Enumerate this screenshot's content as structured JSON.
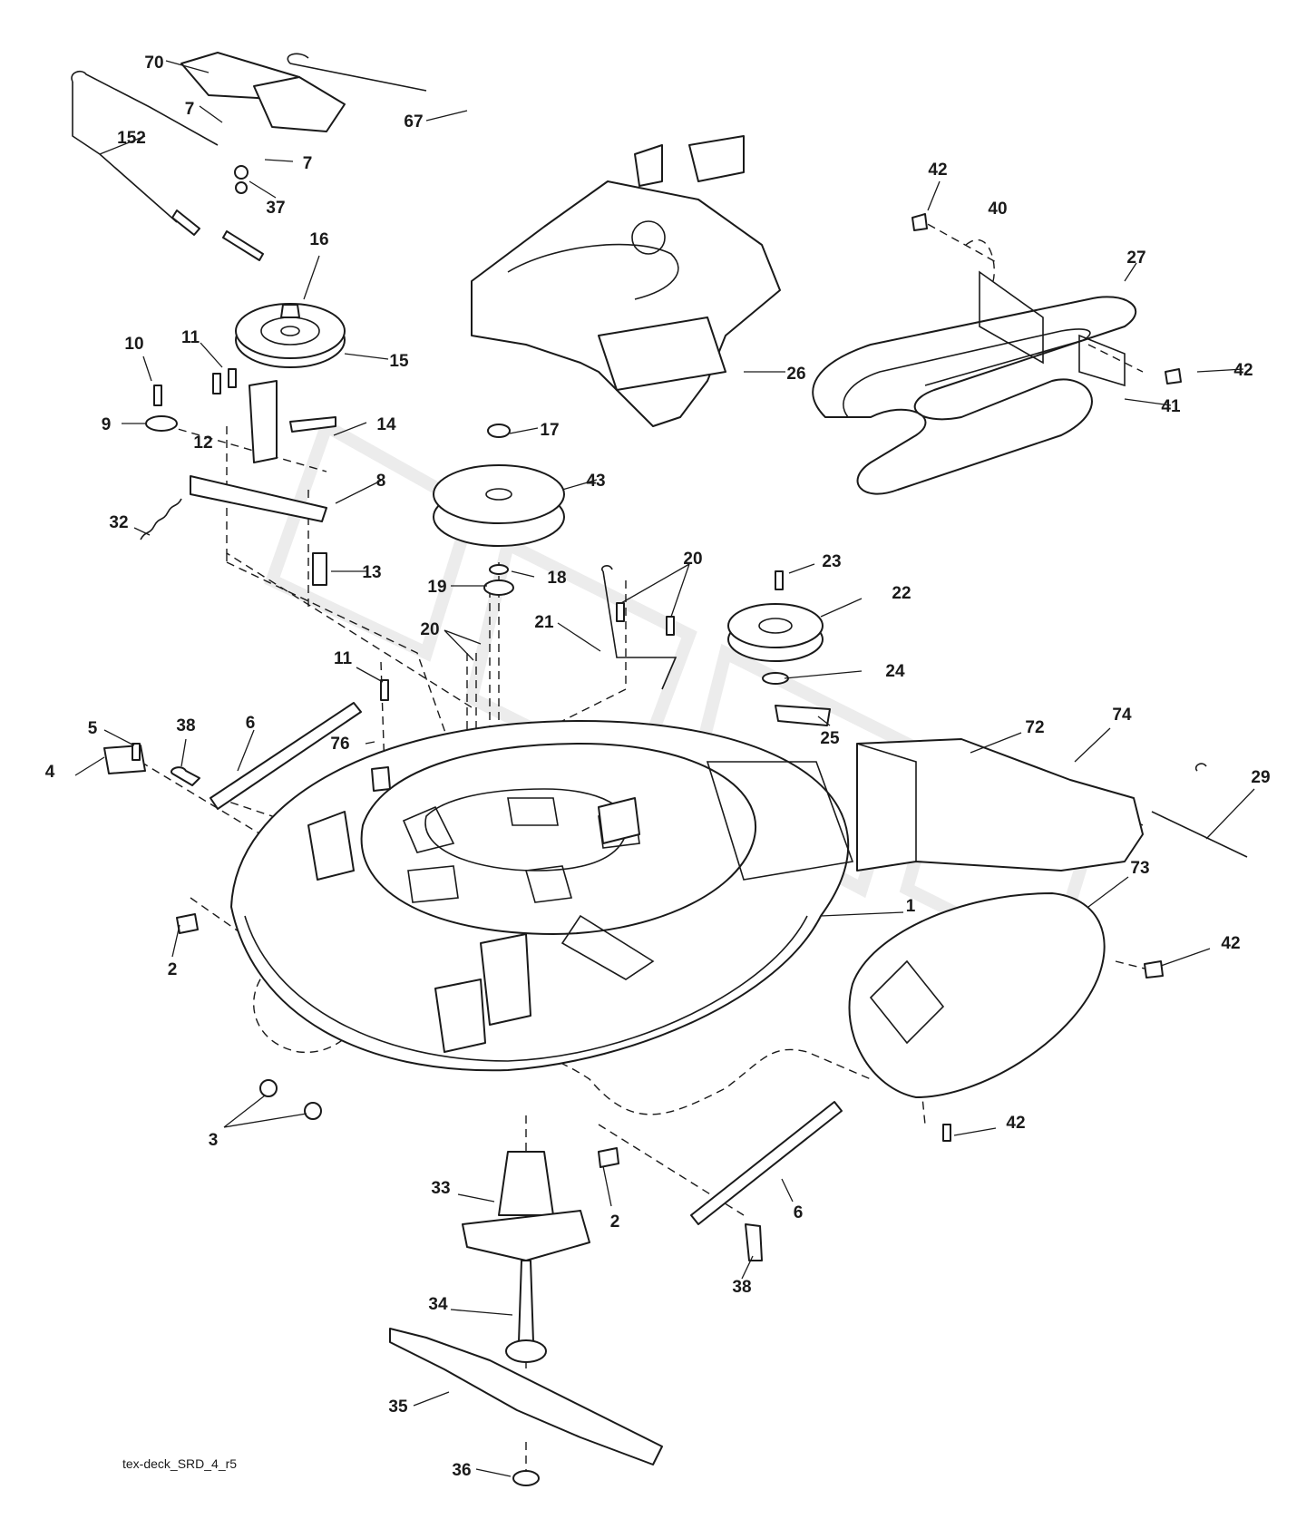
{
  "diagram": {
    "reference_code": "tex-deck_SRD_4_r5",
    "callouts": [
      {
        "id": "c70a",
        "label": "70"
      },
      {
        "id": "c7a",
        "label": "7"
      },
      {
        "id": "c152",
        "label": "152"
      },
      {
        "id": "c7b",
        "label": "7"
      },
      {
        "id": "c37",
        "label": "37"
      },
      {
        "id": "c67",
        "label": "67"
      },
      {
        "id": "c42a",
        "label": "42"
      },
      {
        "id": "c40",
        "label": "40"
      },
      {
        "id": "c27",
        "label": "27"
      },
      {
        "id": "c42b",
        "label": "42"
      },
      {
        "id": "c41",
        "label": "41"
      },
      {
        "id": "c16",
        "label": "16"
      },
      {
        "id": "c10",
        "label": "10"
      },
      {
        "id": "c11a",
        "label": "11"
      },
      {
        "id": "c15",
        "label": "15"
      },
      {
        "id": "c9",
        "label": "9"
      },
      {
        "id": "c12",
        "label": "12"
      },
      {
        "id": "c14",
        "label": "14"
      },
      {
        "id": "c8",
        "label": "8"
      },
      {
        "id": "c32",
        "label": "32"
      },
      {
        "id": "c13",
        "label": "13"
      },
      {
        "id": "c26",
        "label": "26"
      },
      {
        "id": "c17",
        "label": "17"
      },
      {
        "id": "c43",
        "label": "43"
      },
      {
        "id": "c18",
        "label": "18"
      },
      {
        "id": "c19",
        "label": "19"
      },
      {
        "id": "c20a",
        "label": "20"
      },
      {
        "id": "c23",
        "label": "23"
      },
      {
        "id": "c22",
        "label": "22"
      },
      {
        "id": "c21",
        "label": "21"
      },
      {
        "id": "c20b",
        "label": "20"
      },
      {
        "id": "c24",
        "label": "24"
      },
      {
        "id": "c11b",
        "label": "11"
      },
      {
        "id": "c5",
        "label": "5"
      },
      {
        "id": "c38a",
        "label": "38"
      },
      {
        "id": "c6a",
        "label": "6"
      },
      {
        "id": "c76",
        "label": "76"
      },
      {
        "id": "c4",
        "label": "4"
      },
      {
        "id": "c25",
        "label": "25"
      },
      {
        "id": "c72",
        "label": "72"
      },
      {
        "id": "c74",
        "label": "74"
      },
      {
        "id": "c29",
        "label": "29"
      },
      {
        "id": "c73",
        "label": "73"
      },
      {
        "id": "c1",
        "label": "1"
      },
      {
        "id": "c42c",
        "label": "42"
      },
      {
        "id": "c2a",
        "label": "2"
      },
      {
        "id": "c3",
        "label": "3"
      },
      {
        "id": "c42d",
        "label": "42"
      },
      {
        "id": "c33",
        "label": "33"
      },
      {
        "id": "c2b",
        "label": "2"
      },
      {
        "id": "c6b",
        "label": "6"
      },
      {
        "id": "c38b",
        "label": "38"
      },
      {
        "id": "c34",
        "label": "34"
      },
      {
        "id": "c35",
        "label": "35"
      },
      {
        "id": "c36",
        "label": "36"
      }
    ]
  }
}
